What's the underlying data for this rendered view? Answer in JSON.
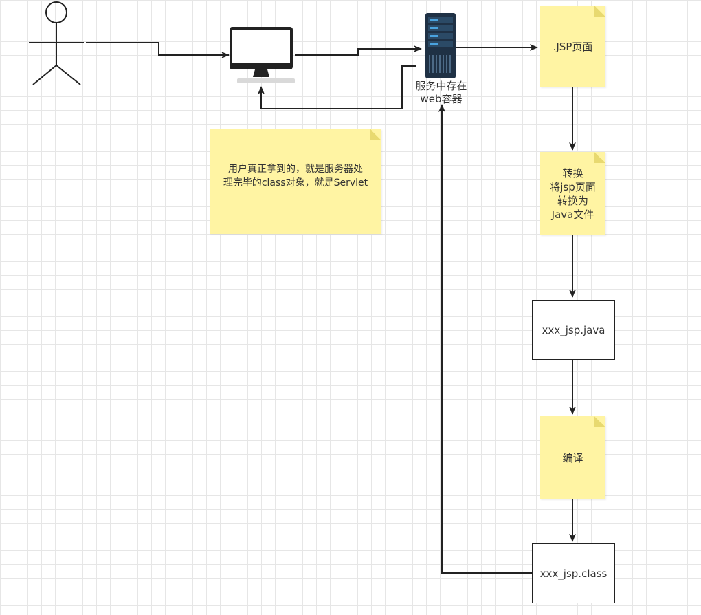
{
  "diagram": {
    "server_label": "服务中存在\nweb容器",
    "notes": {
      "jsp_page": ".JSP页面",
      "user_gets": "用户真正拿到的，就是服务器处\n理完毕的class对象，就是Servlet",
      "convert": "转换\n将jsp页面\n转换为\nJava文件",
      "compile": "编译"
    },
    "boxes": {
      "java_file": "xxx_jsp.java",
      "class_file": "xxx_jsp.class"
    }
  },
  "colors": {
    "note_fill": "#fff4a3",
    "line": "#222222",
    "server_dark": "#1f3145",
    "server_accent": "#4aa3df",
    "grid": "#e6e6e6"
  }
}
